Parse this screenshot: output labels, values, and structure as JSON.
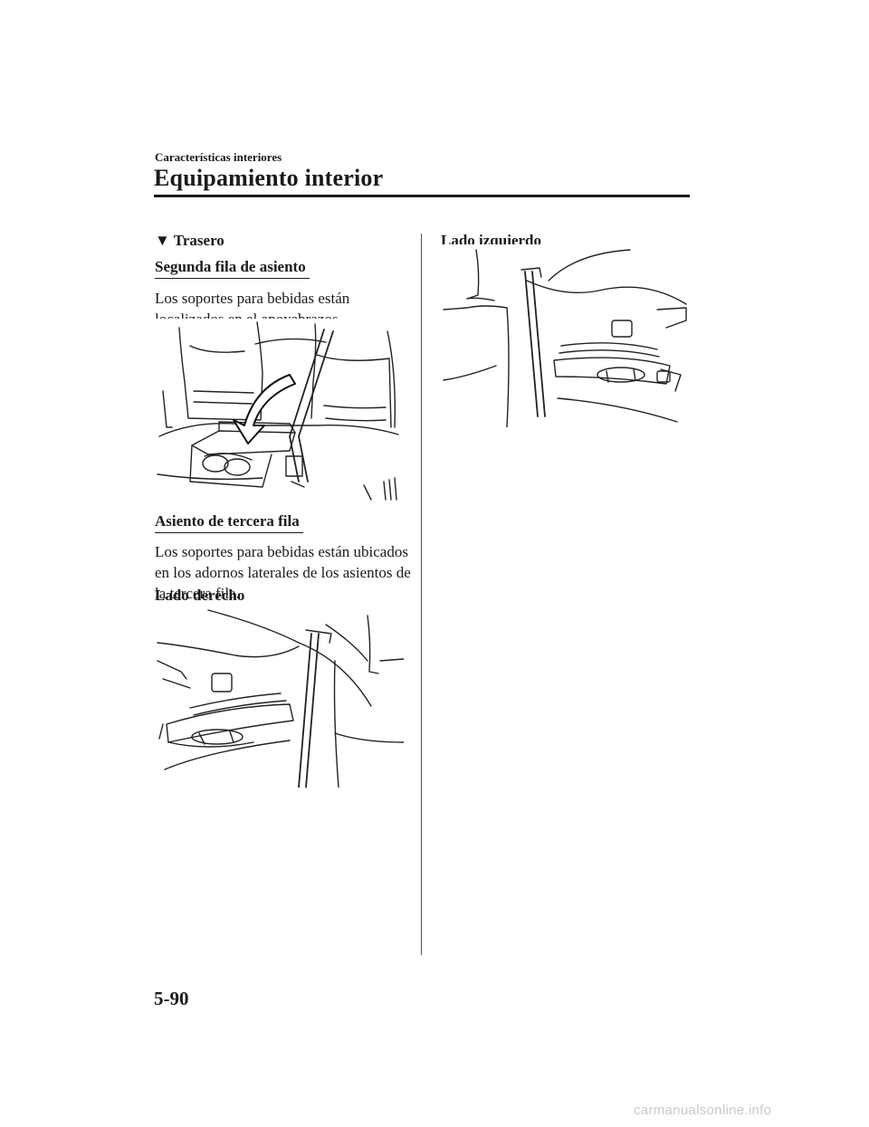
{
  "header": {
    "section": "Características interiores",
    "title": "Equipamiento interior"
  },
  "left_column": {
    "heading_marker": "▼",
    "heading": "Trasero",
    "subsection_1": {
      "title": "Segunda fila de asiento",
      "body": [
        "Los soportes para bebidas están",
        "localizados en el apoyabrazos."
      ]
    },
    "subsection_2": {
      "title": "Asiento de tercera fila",
      "body": [
        "Los soportes para bebidas están ubicados",
        "en los adornos laterales de los asientos de",
        "la tercera fila."
      ],
      "caption_right": "Lado derecho"
    }
  },
  "right_column": {
    "caption_left": "Lado izquierdo"
  },
  "footer": {
    "page_number": "5-90",
    "watermark": "carmanualsonline.info"
  }
}
